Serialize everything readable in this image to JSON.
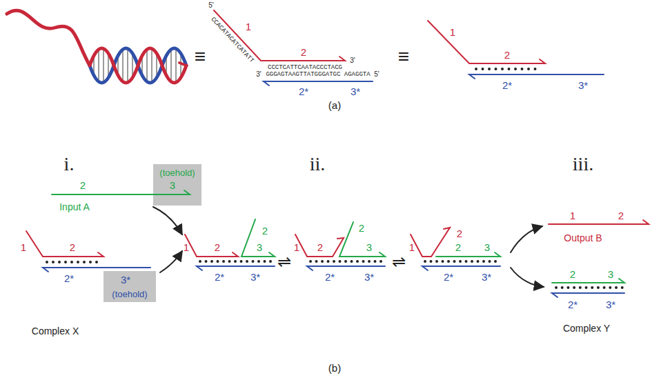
{
  "diagram": {
    "labels": [
      "5'",
      "CCACATACATCATATT",
      "1",
      "2",
      "3'",
      "CCCTCATTCAATACCCTACG",
      "GGGAGTAAGTTATGGGATGC AGAGGTA",
      "3'",
      "5'",
      "2*",
      "3*",
      "≡",
      "≡",
      "1",
      "2",
      "2*",
      "3*",
      "(a)",
      "i.",
      "ii.",
      "iii.",
      "2",
      "3",
      "(toehold)",
      "Input A",
      "1",
      "2",
      "2*",
      "3*",
      "(toehold)",
      "Complex X",
      "1",
      "2",
      "2",
      "3",
      "2*",
      "3*",
      "1",
      "2",
      "2",
      "3",
      "2*",
      "3*",
      "1",
      "2",
      "2",
      "3",
      "2*",
      "3*",
      "⇌",
      "⇌",
      "1",
      "2",
      "Output B",
      "2",
      "3",
      "2*",
      "3*",
      "Complex Y",
      "(b)"
    ]
  }
}
